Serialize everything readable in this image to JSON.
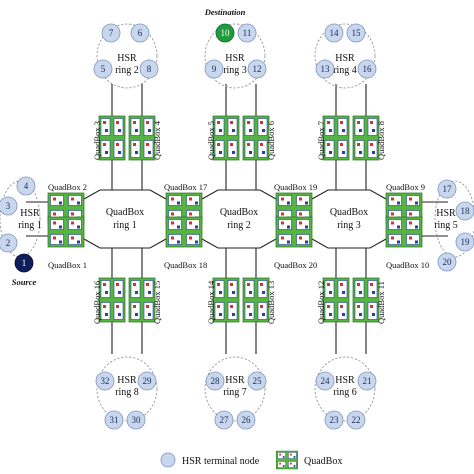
{
  "annotations": {
    "destination": "Destination",
    "source": "Source"
  },
  "rings": {
    "r1": {
      "line1": "HSR",
      "line2": "ring 1"
    },
    "r2": {
      "line1": "HSR",
      "line2": "ring 2"
    },
    "r3": {
      "line1": "HSR",
      "line2": "ring 3"
    },
    "r4": {
      "line1": "HSR",
      "line2": "ring 4"
    },
    "r5": {
      "line1": "HSR",
      "line2": "ring 5"
    },
    "r6": {
      "line1": "HSR",
      "line2": "ring 6"
    },
    "r7": {
      "line1": "HSR",
      "line2": "ring 7"
    },
    "r8": {
      "line1": "HSR",
      "line2": "ring 8"
    }
  },
  "qbrings": {
    "q1": {
      "line1": "QuadBox",
      "line2": "ring 1"
    },
    "q2": {
      "line1": "QuadBox",
      "line2": "ring 2"
    },
    "q3": {
      "line1": "QuadBox",
      "line2": "ring 3"
    }
  },
  "quadboxes": {
    "qb1": "QuadBox 1",
    "qb2": "QuadBox 2",
    "qb3": "QuadBox 3",
    "qb4": "QuadBox 4",
    "qb5": "QuadBox 5",
    "qb6": "QuadBox 6",
    "qb7": "QuadBox 7",
    "qb8": "QuadBox 8",
    "qb9": "QuadBox 9",
    "qb10": "QuadBox 10",
    "qb11": "QuadBox 11",
    "qb12": "QuadBox 12",
    "qb13": "QuadBox 13",
    "qb14": "QuadBox 14",
    "qb15": "QuadBox 15",
    "qb16": "QuadBox 16",
    "qb17": "QuadBox 17",
    "qb18": "QuadBox 18",
    "qb19": "QuadBox 19",
    "qb20": "QuadBox 20"
  },
  "nodes": {
    "n1": "1",
    "n2": "2",
    "n3": "3",
    "n4": "4",
    "n5": "5",
    "n6": "6",
    "n7": "7",
    "n8": "8",
    "n9": "9",
    "n10": "10",
    "n11": "11",
    "n12": "12",
    "n13": "13",
    "n14": "14",
    "n15": "15",
    "n16": "16",
    "n17": "17",
    "n18": "18",
    "n19": "19",
    "n20": "20",
    "n21": "21",
    "n22": "22",
    "n23": "23",
    "n24": "24",
    "n25": "25",
    "n26": "26",
    "n27": "27",
    "n28": "28",
    "n29": "29",
    "n30": "30",
    "n31": "31",
    "n32": "32"
  },
  "legend": {
    "terminal": "HSR terminal node",
    "quadbox": "QuadBox"
  },
  "colors": {
    "source": "#0e1e5b",
    "destination": "#1f9a3c",
    "terminal": "#c9d7ee",
    "quadbox_fill": "#55b540",
    "quadbox_cell": "#ffffff",
    "frame": "#2a3fa0"
  }
}
